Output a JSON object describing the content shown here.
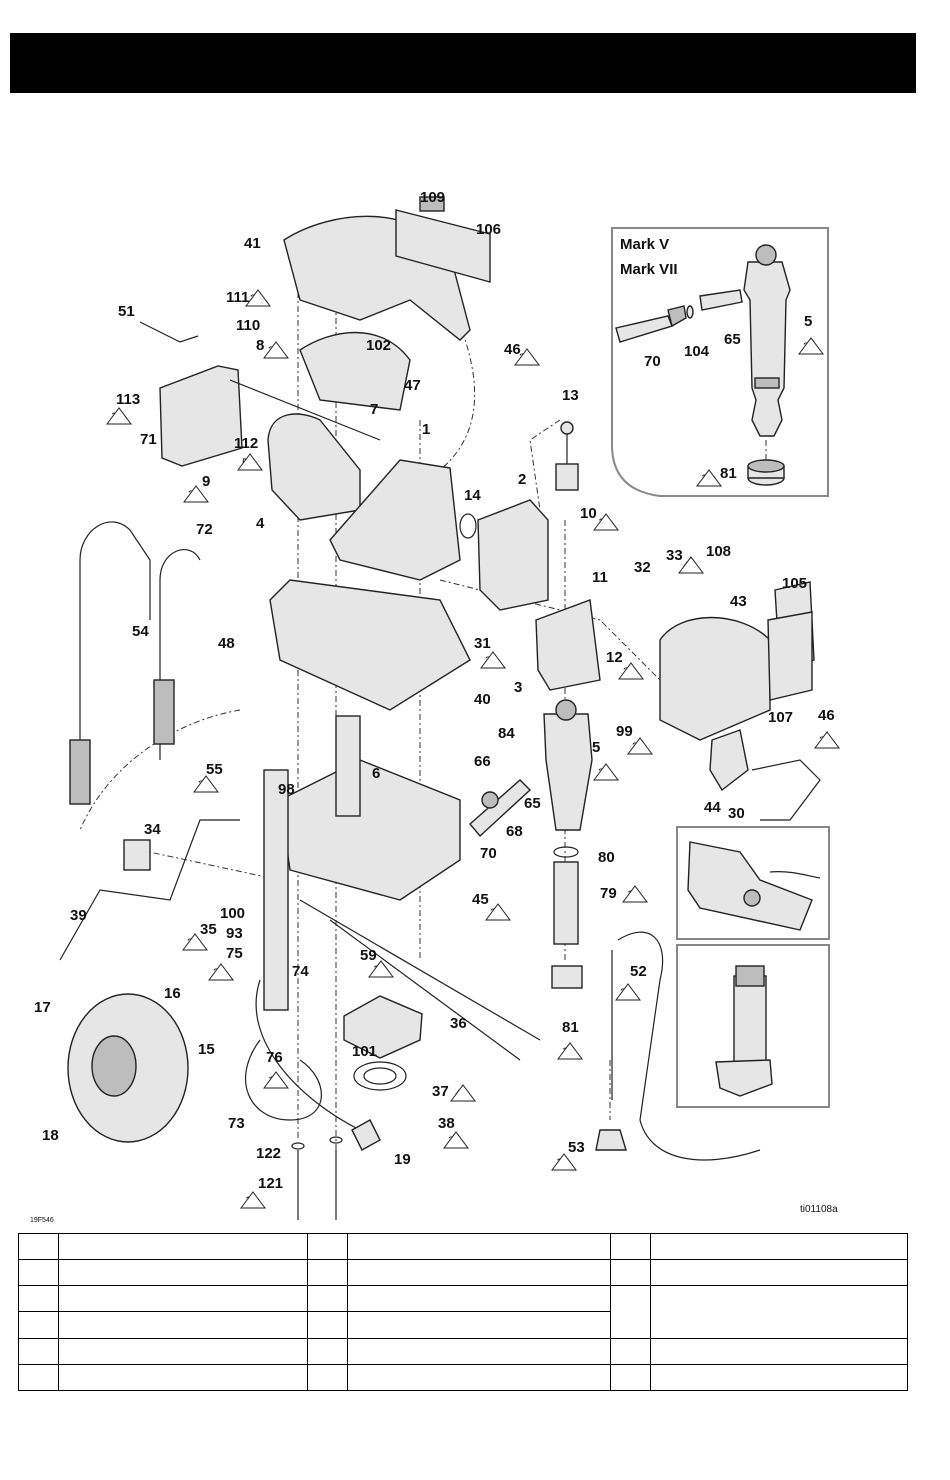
{
  "drawing_id": "ti01108a",
  "corner_code": "19F546",
  "inset": {
    "line1": "Mark V",
    "line2": "Mark VII"
  },
  "callouts": [
    {
      "t": "109"
    },
    {
      "t": "106"
    },
    {
      "t": "41"
    },
    {
      "t": "51"
    },
    {
      "t": "111",
      "k": "23"
    },
    {
      "t": "110"
    },
    {
      "t": "8",
      "k": "30"
    },
    {
      "t": "102"
    },
    {
      "t": "46",
      "k": "23"
    },
    {
      "t": "47"
    },
    {
      "t": "113",
      "k": "14"
    },
    {
      "t": "71"
    },
    {
      "t": "112",
      "k": "50"
    },
    {
      "t": "7"
    },
    {
      "t": "1"
    },
    {
      "t": "13"
    },
    {
      "t": "9",
      "k": "31"
    },
    {
      "t": "4"
    },
    {
      "t": "14"
    },
    {
      "t": "2"
    },
    {
      "t": "10",
      "k": "18"
    },
    {
      "t": "72"
    },
    {
      "t": "32"
    },
    {
      "t": "33",
      "k": "42"
    },
    {
      "t": "108"
    },
    {
      "t": "105"
    },
    {
      "t": "43"
    },
    {
      "t": "11"
    },
    {
      "t": "54"
    },
    {
      "t": "48"
    },
    {
      "t": "31",
      "k": "37"
    },
    {
      "t": "12",
      "k": "20"
    },
    {
      "t": "3"
    },
    {
      "t": "40"
    },
    {
      "t": "99",
      "k": "20"
    },
    {
      "t": "107"
    },
    {
      "t": "46",
      "k": "23"
    },
    {
      "t": "84"
    },
    {
      "t": "5",
      "k": "26"
    },
    {
      "t": "66"
    },
    {
      "t": "55",
      "k": "21"
    },
    {
      "t": "6"
    },
    {
      "t": "98"
    },
    {
      "t": "65"
    },
    {
      "t": "68"
    },
    {
      "t": "44"
    },
    {
      "t": "30"
    },
    {
      "t": "34"
    },
    {
      "t": "70"
    },
    {
      "t": "80"
    },
    {
      "t": "79",
      "k": "10"
    },
    {
      "t": "45",
      "k": "22"
    },
    {
      "t": "39"
    },
    {
      "t": "35",
      "k": "29"
    },
    {
      "t": "100"
    },
    {
      "t": "93"
    },
    {
      "t": "75",
      "k": "23"
    },
    {
      "t": "74"
    },
    {
      "t": "59",
      "k": "14"
    },
    {
      "t": "52",
      "k": "20"
    },
    {
      "t": "17"
    },
    {
      "t": "16"
    },
    {
      "t": "15"
    },
    {
      "t": "36"
    },
    {
      "t": "81",
      "k": "10"
    },
    {
      "t": "101"
    },
    {
      "t": "76",
      "k": "14"
    },
    {
      "t": "37",
      "k": "43"
    },
    {
      "t": "73"
    },
    {
      "t": "38",
      "k": "33"
    },
    {
      "t": "18"
    },
    {
      "t": "122"
    },
    {
      "t": "19"
    },
    {
      "t": "53",
      "k": "10"
    },
    {
      "t": "121",
      "k": "14"
    },
    {
      "t": "70"
    },
    {
      "t": "104"
    },
    {
      "t": "65"
    },
    {
      "t": "5",
      "k": "26"
    },
    {
      "t": "81",
      "k": "10"
    }
  ],
  "parts_table": {
    "rows": [
      [
        "",
        "",
        "",
        "",
        "",
        ""
      ],
      [
        "",
        "",
        "",
        "",
        "",
        ""
      ],
      [
        "",
        "",
        "",
        "",
        "",
        ""
      ],
      [
        "",
        "",
        "",
        ""
      ],
      [
        "",
        "",
        "",
        "",
        "",
        ""
      ],
      [
        "",
        "",
        "",
        "",
        "",
        ""
      ]
    ]
  }
}
